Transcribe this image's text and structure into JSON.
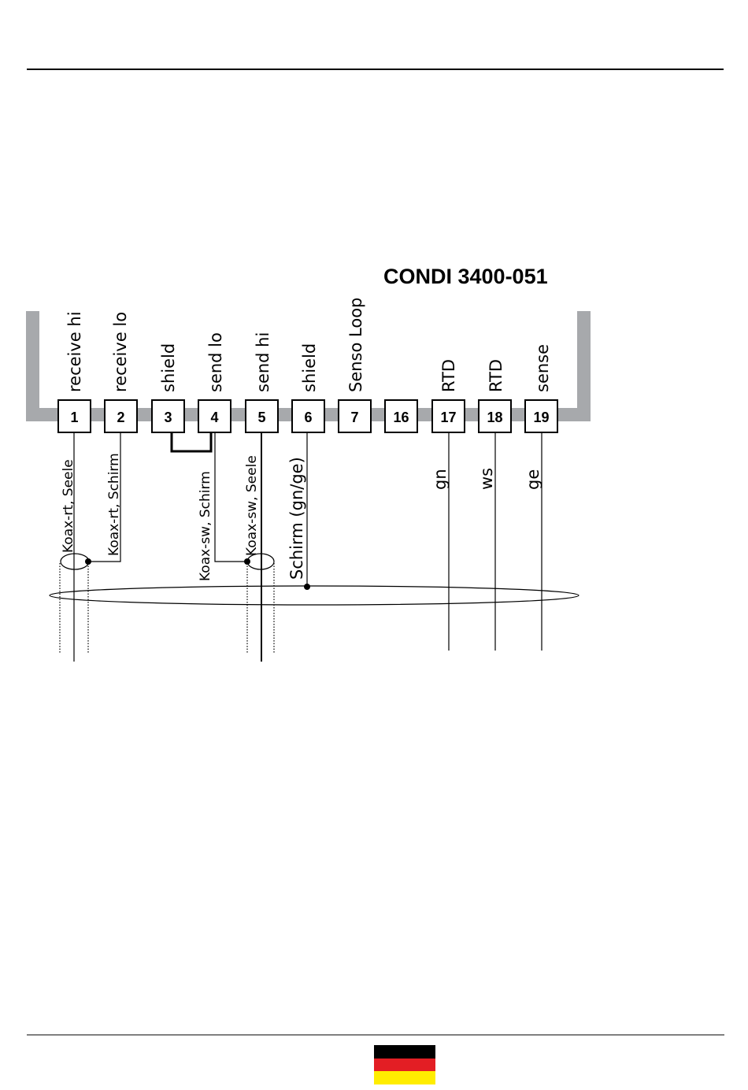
{
  "device_title": "CONDI 3400-051",
  "terminals": [
    {
      "id": "t1",
      "number": "1",
      "label": "receive hi"
    },
    {
      "id": "t2",
      "number": "2",
      "label": "receive lo"
    },
    {
      "id": "t3",
      "number": "3",
      "label": "shield"
    },
    {
      "id": "t4",
      "number": "4",
      "label": "send lo"
    },
    {
      "id": "t5",
      "number": "5",
      "label": "send hi"
    },
    {
      "id": "t6",
      "number": "6",
      "label": "shield"
    },
    {
      "id": "t7",
      "number": "7",
      "label": "Senso Loop"
    },
    {
      "id": "t16",
      "number": "16",
      "label": ""
    },
    {
      "id": "t17",
      "number": "17",
      "label": "RTD"
    },
    {
      "id": "t18",
      "number": "18",
      "label": "RTD"
    },
    {
      "id": "t19",
      "number": "19",
      "label": "sense"
    }
  ],
  "wires": {
    "w1": "Koax-rt, Seele",
    "w2": "Koax-rt, Schirm",
    "w4": "Koax-sw, Schirm",
    "w5": "Koax-sw, Seele",
    "w6": "Schirm (gn/ge)",
    "w17": "gn",
    "w18": "ws",
    "w19": "ge"
  },
  "colors": {
    "rail": "#a7a9ac",
    "line": "#000000",
    "flag_black": "#000000",
    "flag_red": "#e31e24",
    "flag_gold": "#ffed00"
  },
  "footer": {
    "flag_icon": "germany-flag-icon"
  }
}
